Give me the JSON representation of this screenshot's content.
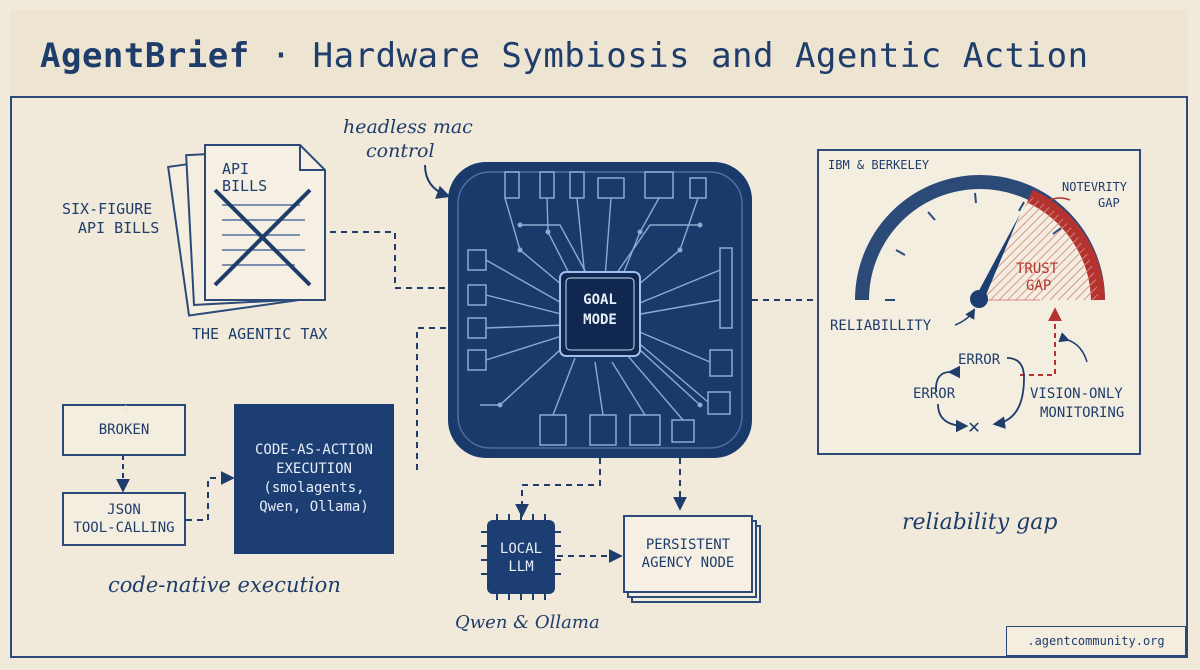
{
  "header": {
    "brand": "AgentBrief",
    "separator": "·",
    "title": "Hardware Symbiosis and Agentic Action"
  },
  "annotations": {
    "headless": "headless mac",
    "headless2": "control",
    "code_native": "code-native execution",
    "reliability_gap": "reliability gap",
    "qwen_ollama": "Qwen & Ollama"
  },
  "left_top": {
    "six_figure_1": "SIX-FIGURE",
    "six_figure_2": "API BILLS",
    "doc_line_1": "API",
    "doc_line_2": "BILLS",
    "agentic_tax": "THE AGENTIC TAX"
  },
  "left_bottom": {
    "broken": "BROKEN",
    "json_1": "JSON",
    "json_2": "TOOL-CALLING",
    "code_1": "CODE-AS-ACTION",
    "code_2": "EXECUTION",
    "code_3": "(smolagents,",
    "code_4": "Qwen, Ollama)"
  },
  "center": {
    "goal_1": "GOAL",
    "goal_2": "MODE",
    "local_1": "LOCAL",
    "local_2": "LLM",
    "persistent_1": "PERSISTENT",
    "persistent_2": "AGENCY NODE"
  },
  "right_panel": {
    "source": "IBM & BERKELEY",
    "notevrity_1": "NOTEVRITY",
    "notevrity_2": "GAP",
    "trust_1": "TRUST",
    "trust_2": "GAP",
    "reliability": "RELIABILLITY",
    "error_top": "ERROR",
    "error_left": "ERROR",
    "vision_1": "VISION-ONLY",
    "vision_2": "MONITORING",
    "x_mark": "✕"
  },
  "footer": {
    "url": ".agentcommunity.org"
  },
  "colors": {
    "ink": "#1f3d6b",
    "chip": "#1c3e72",
    "paper": "#f1eadb",
    "alert": "#b5332e"
  }
}
